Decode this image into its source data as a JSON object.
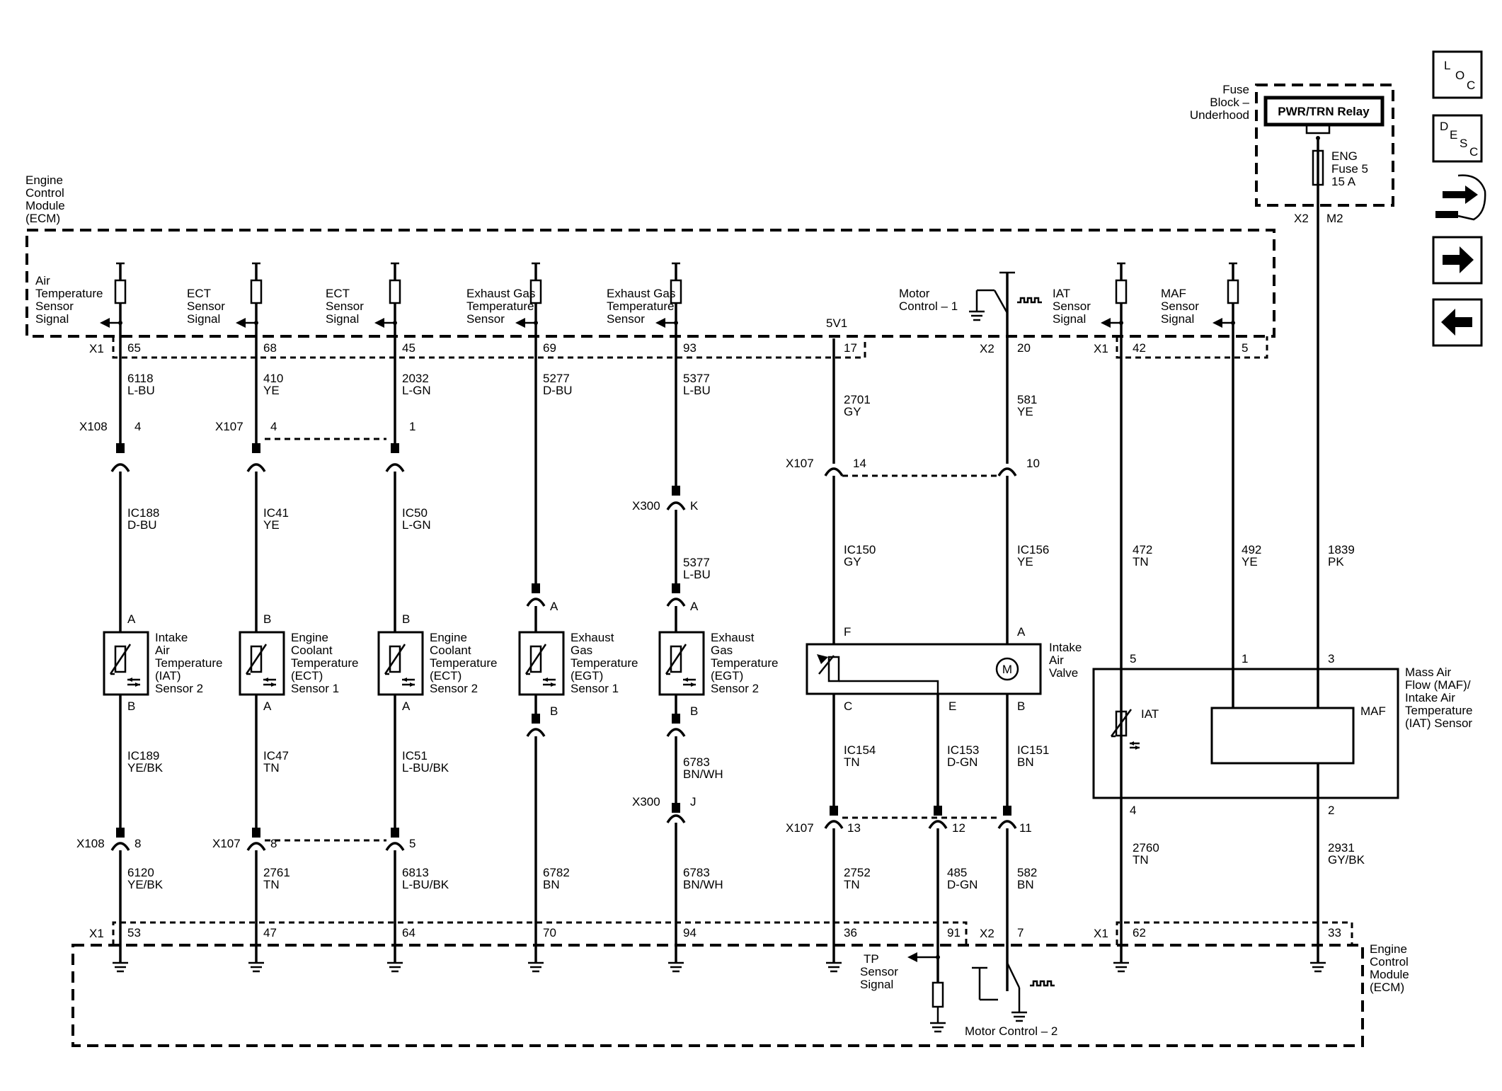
{
  "ecm": {
    "title_top": [
      "Engine",
      "Control",
      "Module",
      "(ECM)"
    ],
    "title_bottom": [
      "Engine",
      "Control",
      "Module",
      "(ECM)"
    ],
    "conn_x1": "X1",
    "conn_x2": "X2",
    "supply_5v1": "5V1",
    "tp_signal": [
      "TP",
      "Sensor",
      "Signal"
    ],
    "motor_control_1": [
      "Motor",
      "Control – 1"
    ],
    "motor_control_2": "Motor Control – 2"
  },
  "fuse_block": {
    "label": [
      "Fuse",
      "Block –",
      "Underhood"
    ],
    "relay": "PWR/TRN Relay",
    "fuse": [
      "ENG",
      "Fuse 5",
      "15 A"
    ],
    "conn": "X2",
    "pin": "M2"
  },
  "columns": [
    {
      "signal": [
        "Air",
        "Temperature",
        "Sensor",
        "Signal"
      ],
      "ecm_pin_top": "65",
      "wire_top": [
        "6118",
        "L-BU"
      ],
      "inline_top": {
        "conn": "X108",
        "pin": "4"
      },
      "harness": [
        "IC188",
        "D-BU"
      ],
      "sensor_pin_top": "A",
      "sensor": [
        "Intake",
        "Air",
        "Temperature",
        "(IAT)",
        "Sensor 2"
      ],
      "sensor_pin_bot": "B",
      "wire_mid": [
        "IC189",
        "YE/BK"
      ],
      "inline_bot": {
        "conn": "X108",
        "pin": "8"
      },
      "wire_bot": [
        "6120",
        "YE/BK"
      ],
      "ecm_pin_bot": "53"
    },
    {
      "signal": [
        "ECT",
        "Sensor",
        "Signal"
      ],
      "ecm_pin_top": "68",
      "wire_top": [
        "410",
        "YE"
      ],
      "inline_top": {
        "conn": "X107",
        "pin": "4"
      },
      "harness": [
        "IC41",
        "YE"
      ],
      "sensor_pin_top": "B",
      "sensor": [
        "Engine",
        "Coolant",
        "Temperature",
        "(ECT)",
        "Sensor 1"
      ],
      "sensor_pin_bot": "A",
      "wire_mid": [
        "IC47",
        "TN"
      ],
      "inline_bot": {
        "conn": "X107",
        "pin": "8"
      },
      "wire_bot": [
        "2761",
        "TN"
      ],
      "ecm_pin_bot": "47"
    },
    {
      "signal": [
        "ECT",
        "Sensor",
        "Signal"
      ],
      "ecm_pin_top": "45",
      "wire_top": [
        "2032",
        "L-GN"
      ],
      "inline_top": {
        "conn": "",
        "pin": "1"
      },
      "harness": [
        "IC50",
        "L-GN"
      ],
      "sensor_pin_top": "B",
      "sensor": [
        "Engine",
        "Coolant",
        "Temperature",
        "(ECT)",
        "Sensor 2"
      ],
      "sensor_pin_bot": "A",
      "wire_mid": [
        "IC51",
        "L-BU/BK"
      ],
      "inline_bot": {
        "conn": "",
        "pin": "5"
      },
      "wire_bot": [
        "6813",
        "L-BU/BK"
      ],
      "ecm_pin_bot": "64"
    },
    {
      "signal": [
        "Exhaust Gas",
        "Temperature",
        "Sensor"
      ],
      "ecm_pin_top": "69",
      "wire_top": [
        "5277",
        "D-BU"
      ],
      "sensor_pin_top": "A",
      "sensor": [
        "Exhaust",
        "Gas",
        "Temperature",
        "(EGT)",
        "Sensor 1"
      ],
      "sensor_pin_bot": "B",
      "wire_bot": [
        "6782",
        "BN"
      ],
      "ecm_pin_bot": "70"
    },
    {
      "signal": [
        "Exhaust Gas",
        "Temperature",
        "Sensor"
      ],
      "ecm_pin_top": "93",
      "wire_top": [
        "5377",
        "L-BU"
      ],
      "inline_top": {
        "conn": "X300",
        "pin": "K"
      },
      "wire_top2": [
        "5377",
        "L-BU"
      ],
      "sensor_pin_top": "A",
      "sensor": [
        "Exhaust",
        "Gas",
        "Temperature",
        "(EGT)",
        "Sensor 2"
      ],
      "sensor_pin_bot": "B",
      "wire_mid": [
        "6783",
        "BN/WH"
      ],
      "inline_bot": {
        "conn": "X300",
        "pin": "J"
      },
      "wire_bot": [
        "6783",
        "BN/WH"
      ],
      "ecm_pin_bot": "94"
    }
  ],
  "throttle": {
    "label": [
      "Intake",
      "Air",
      "Valve"
    ],
    "ecm_pin_5v": "17",
    "wire_5v": [
      "2701",
      "GY"
    ],
    "inline_5v": {
      "conn": "X107",
      "pin": "14"
    },
    "harness_5v": [
      "IC150",
      "GY"
    ],
    "pin_f": "F",
    "pin_a": "A",
    "pin_c": "C",
    "pin_e": "E",
    "pin_b": "B",
    "ecm_pin_m1": "20",
    "wire_m1": [
      "581",
      "YE"
    ],
    "inline_m1": "10",
    "harness_m1": [
      "IC156",
      "YE"
    ],
    "wire_c": [
      "IC154",
      "TN"
    ],
    "wire_e": [
      "IC153",
      "D-GN"
    ],
    "wire_b": [
      "IC151",
      "BN"
    ],
    "inline_bot_conn": "X107",
    "inline_c": "13",
    "inline_e": "12",
    "inline_b": "11",
    "wire_c2": [
      "2752",
      "TN"
    ],
    "wire_e2": [
      "485",
      "D-GN"
    ],
    "wire_b2": [
      "582",
      "BN"
    ],
    "ecm_pin_c": "36",
    "ecm_pin_e": "91",
    "ecm_pin_b": "7",
    "motor_symbol": "M"
  },
  "maf": {
    "label": [
      "Mass Air",
      "Flow (MAF)/",
      "Intake Air",
      "Temperature",
      "(IAT) Sensor"
    ],
    "iat_signal": [
      "IAT",
      "Sensor",
      "Signal"
    ],
    "maf_signal": [
      "MAF",
      "Sensor",
      "Signal"
    ],
    "ecm_pin_iat": "42",
    "ecm_pin_maf": "5",
    "wire_iat": [
      "472",
      "TN"
    ],
    "wire_maf": [
      "492",
      "YE"
    ],
    "wire_pwr": [
      "1839",
      "PK"
    ],
    "pin_5": "5",
    "pin_1": "1",
    "pin_3": "3",
    "pin_4": "4",
    "pin_2": "2",
    "iat_label": "IAT",
    "maf_label": "MAF",
    "wire_low": [
      "2760",
      "TN"
    ],
    "wire_gnd": [
      "2931",
      "GY/BK"
    ],
    "ecm_pin_low": "62",
    "ecm_pin_gnd": "33"
  },
  "nav": {
    "loc": [
      "L",
      "O",
      "C"
    ],
    "desc": [
      "D",
      "E",
      "S",
      "C"
    ]
  }
}
